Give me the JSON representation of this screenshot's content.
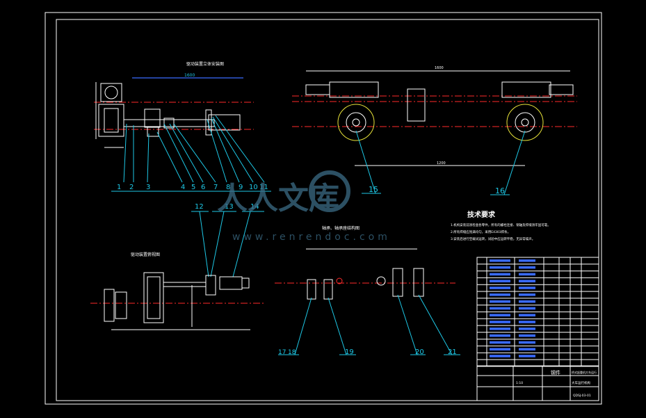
{
  "drawing": {
    "top_view_title": "驱动装置立体安装图",
    "side_view_title": "驱动装置俯视图",
    "detail_title": "轴承、轴承座结构图",
    "tech_title": "技术要求",
    "tech_notes": [
      "1.机构安装前须检查各零件，所有的螺栓连接、销轴及焊缝须牢固可靠。",
      "2.所有焊缝应饱满均匀，采用E4303焊条。",
      "3.安装后进行空载试运转，试验中应运转平稳，无异常噪声。"
    ],
    "part_numbers_top": [
      "1",
      "2",
      "3",
      "4",
      "5",
      "6",
      "7",
      "8",
      "9",
      "10",
      "11"
    ],
    "part_numbers_right": [
      "15",
      "16"
    ],
    "part_numbers_mid": [
      "12",
      "13",
      "14"
    ],
    "part_numbers_bottom": [
      "17",
      "18",
      "19",
      "20",
      "21"
    ],
    "dimension_top": "1600",
    "dimension_track": "1200"
  },
  "watermark": {
    "text": "人人文库",
    "url": "www.renrendoc.com"
  },
  "title_block": {
    "drawing_name": "大车运行机构",
    "unit": "桥式起重机大车运行",
    "material": "钢件",
    "drawing_no": "QDSJ-03-01",
    "scale": "1:10"
  },
  "colors": {
    "background": "#000000",
    "line_white": "#ffffff",
    "line_red": "#ff2a2a",
    "line_cyan": "#1ec8e6",
    "line_blue": "#3a6bff",
    "line_yellow": "#e8e33a",
    "line_magenta": "#ff3bd6",
    "watermark": "#3b6b85"
  }
}
